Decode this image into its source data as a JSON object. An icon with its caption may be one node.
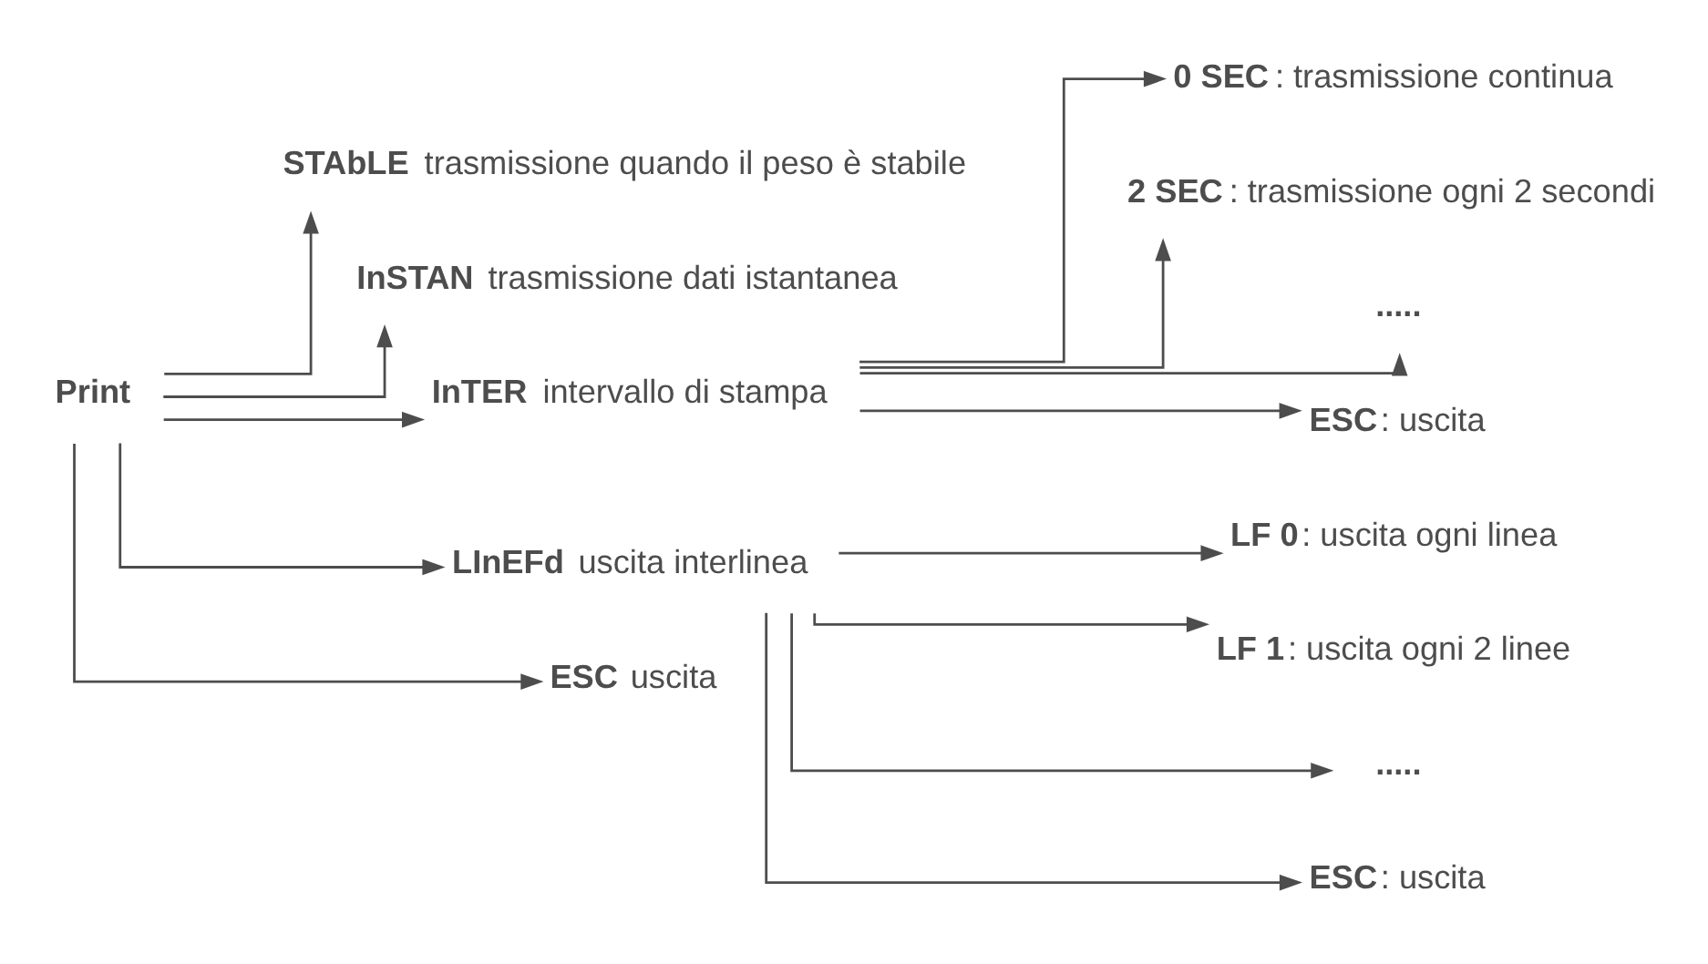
{
  "diagram": {
    "nodes": [
      {
        "text": [
          "Print"
        ]
      },
      {
        "text": [
          "**STAbLE**  trasmissione quando il peso è stabile"
        ]
      },
      {
        "text": [
          "**InSTAN**  trasmissione dati istantanea"
        ]
      },
      {
        "text": [
          "**InTER**  intervallo di stampa"
        ]
      },
      {
        "text": [
          "**0 SEC**: trasmissione continua"
        ]
      },
      {
        "text": [
          "**2 SEC**: trasmissione ogni 2 secondi"
        ]
      },
      {
        "text": [
          "....."
        ]
      },
      {
        "text": [
          "**ESC**: uscita"
        ]
      },
      {
        "text": [
          "**LInEFd**  uscita interlinea"
        ]
      },
      {
        "text": [
          "**LF 0**: uscita ogni linea"
        ]
      },
      {
        "text": [
          "**LF 1**: uscita ogni 2 linee"
        ]
      },
      {
        "text": [
          "....."
        ]
      },
      {
        "text": [
          "**ESC**: uscita"
        ]
      },
      {
        "text": [
          "**ESC**  uscita"
        ]
      }
    ],
    "edges": [
      {
        "from": 0,
        "to": 1,
        "arrow": "to"
      },
      {
        "from": 0,
        "to": 2,
        "arrow": "to"
      },
      {
        "from": 0,
        "to": 3,
        "arrow": "to"
      },
      {
        "from": 3,
        "to": 4,
        "arrow": "to"
      },
      {
        "from": 3,
        "to": 5,
        "arrow": "to"
      },
      {
        "from": 3,
        "to": 6,
        "arrow": "to"
      },
      {
        "from": 3,
        "to": 7,
        "arrow": "to"
      },
      {
        "from": 0,
        "to": 8,
        "arrow": "to"
      },
      {
        "from": 8,
        "to": 9,
        "arrow": "to"
      },
      {
        "from": 8,
        "to": 10,
        "arrow": "to"
      },
      {
        "from": 8,
        "to": 11,
        "arrow": "to"
      },
      {
        "from": 8,
        "to": 12,
        "arrow": "to"
      },
      {
        "from": 0,
        "to": 13,
        "arrow": "to"
      }
    ]
  }
}
